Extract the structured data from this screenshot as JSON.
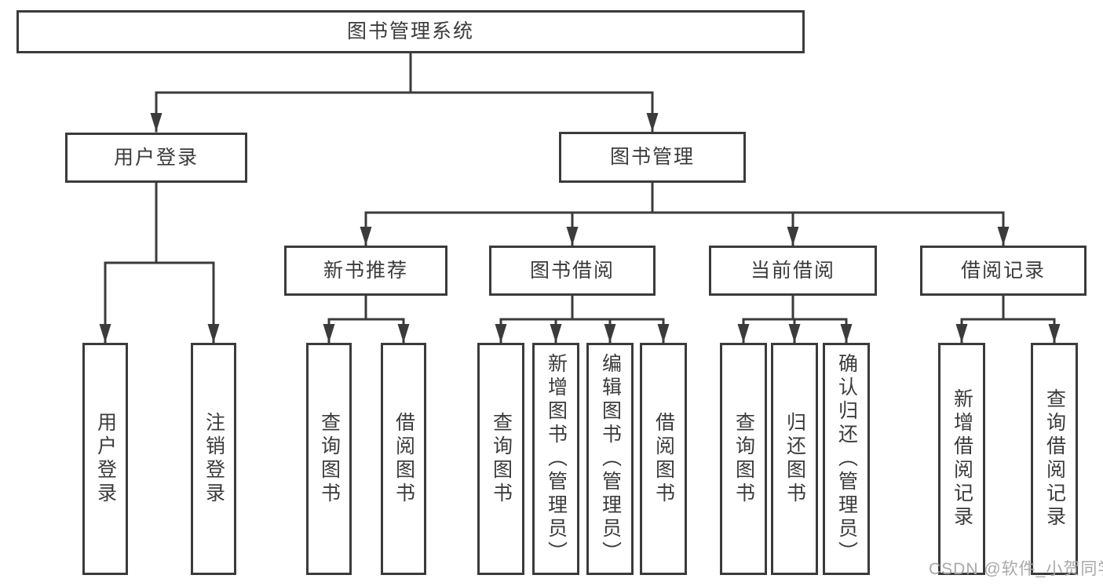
{
  "diagram_type": "hierarchy-tree",
  "colors": {
    "background": "#ffffff",
    "line": "#3b3b3b",
    "box_border": "#3b3b3b",
    "text": "#3b3b3b",
    "watermark": "#a9a9a9"
  },
  "watermark": "CSDN @软件_小贺同学",
  "tree": {
    "root": {
      "label": "图书管理系统",
      "children": [
        {
          "label": "用户登录",
          "children": [
            {
              "label": "用户登录"
            },
            {
              "label": "注销登录"
            }
          ]
        },
        {
          "label": "图书管理",
          "children": [
            {
              "label": "新书推荐",
              "children": [
                {
                  "label": "查询图书"
                },
                {
                  "label": "借阅图书"
                }
              ]
            },
            {
              "label": "图书借阅",
              "children": [
                {
                  "label": "查询图书"
                },
                {
                  "label": "新增图书（管理员）"
                },
                {
                  "label": "编辑图书（管理员）"
                },
                {
                  "label": "借阅图书"
                }
              ]
            },
            {
              "label": "当前借阅",
              "children": [
                {
                  "label": "查询图书"
                },
                {
                  "label": "归还图书"
                },
                {
                  "label": "确认归还（管理员）"
                }
              ]
            },
            {
              "label": "借阅记录",
              "children": [
                {
                  "label": "新增借阅记录"
                },
                {
                  "label": "查询借阅记录"
                }
              ]
            }
          ]
        }
      ]
    }
  }
}
